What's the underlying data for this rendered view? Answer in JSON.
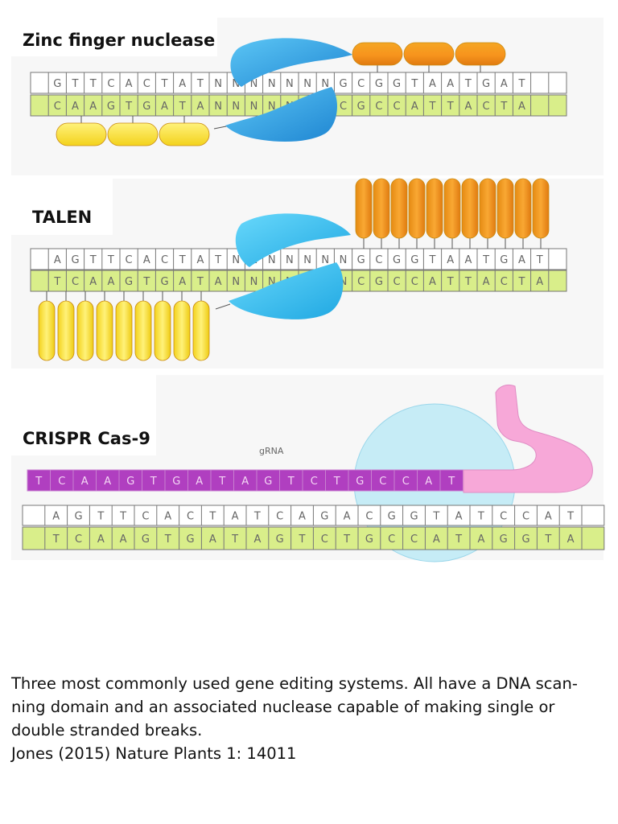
{
  "panels": [
    {
      "title": "Zinc finger nuclease",
      "top_strand": [
        "",
        "G",
        "T",
        "T",
        "C",
        "A",
        "C",
        "T",
        "A",
        "T",
        "N",
        "N",
        "N",
        "N",
        "N",
        "N",
        "N",
        "G",
        "C",
        "G",
        "G",
        "T",
        "A",
        "A",
        "T",
        "G",
        "A",
        "T",
        "",
        ""
      ],
      "bottom_strand": [
        "",
        "C",
        "A",
        "A",
        "G",
        "T",
        "G",
        "A",
        "T",
        "A",
        "N",
        "N",
        "N",
        "N",
        "N",
        "N",
        "N",
        "C",
        "G",
        "C",
        "C",
        "A",
        "T",
        "T",
        "A",
        "C",
        "T",
        "A",
        "",
        ""
      ],
      "top_binders": 3,
      "bottom_binders": 3
    },
    {
      "title": "TALEN",
      "top_strand": [
        "",
        "A",
        "G",
        "T",
        "T",
        "C",
        "A",
        "C",
        "T",
        "A",
        "T",
        "N",
        "N",
        "N",
        "N",
        "N",
        "N",
        "N",
        "G",
        "C",
        "G",
        "G",
        "T",
        "A",
        "A",
        "T",
        "G",
        "A",
        "T",
        ""
      ],
      "bottom_strand": [
        "",
        "T",
        "C",
        "A",
        "A",
        "G",
        "T",
        "G",
        "A",
        "T",
        "A",
        "N",
        "N",
        "N",
        "N",
        "N",
        "N",
        "N",
        "C",
        "G",
        "C",
        "C",
        "A",
        "T",
        "T",
        "A",
        "C",
        "T",
        "A",
        ""
      ],
      "top_binders": 11,
      "bottom_binders": 9
    },
    {
      "title": "CRISPR Cas-9",
      "grna_label": "gRNA",
      "grna": [
        "T",
        "C",
        "A",
        "A",
        "G",
        "T",
        "G",
        "A",
        "T",
        "A",
        "G",
        "T",
        "C",
        "T",
        "G",
        "C",
        "C",
        "A",
        "T"
      ],
      "top_strand": [
        "",
        "A",
        "G",
        "T",
        "T",
        "C",
        "A",
        "C",
        "T",
        "A",
        "T",
        "C",
        "A",
        "G",
        "A",
        "C",
        "G",
        "G",
        "T",
        "A",
        "T",
        "C",
        "C",
        "A",
        "T",
        ""
      ],
      "bottom_strand": [
        "",
        "T",
        "C",
        "A",
        "A",
        "G",
        "T",
        "G",
        "A",
        "T",
        "A",
        "G",
        "T",
        "C",
        "T",
        "G",
        "C",
        "C",
        "A",
        "T",
        "A",
        "G",
        "G",
        "T",
        "A",
        ""
      ]
    }
  ],
  "caption": {
    "line1": "Three most commonly used gene editing systems. All have a DNA scan-",
    "line2": "ning domain and an associated nuclease capable of making single or",
    "line3": "double stranded breaks.",
    "citation": "Jones (2015) Nature Plants 1: 14011"
  },
  "colors": {
    "strand_white": "#ffffff",
    "strand_green": "#d9ee8a",
    "nuclease_blue": "#3ba8e6",
    "talen_blue": "#38c0ee",
    "binder_orange": "#f7941d",
    "binder_yellow": "#ffe03a",
    "grna_purple": "#b03fc0",
    "cas9_cyan": "#c6ecf6",
    "rna_pink": "#f7a8d8"
  }
}
